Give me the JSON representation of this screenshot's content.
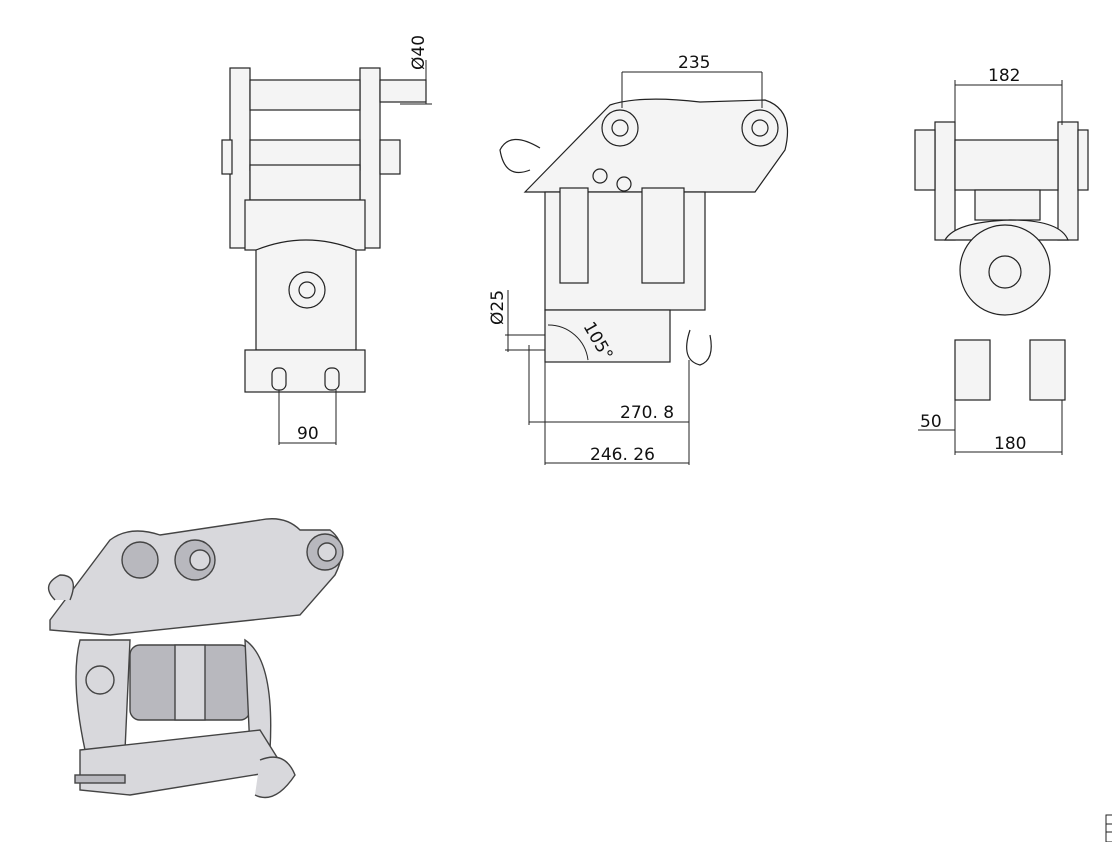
{
  "dimensions": {
    "front_pin_diameter": "Ø40",
    "front_width": "90",
    "side_pin_spacing": "235",
    "side_pin_diameter": "Ø25",
    "side_angle": "105°",
    "side_length_1": "270. 8",
    "side_length_2": "246. 26",
    "rear_top_width": "182",
    "rear_offset": "50",
    "rear_bottom_width": "180"
  }
}
